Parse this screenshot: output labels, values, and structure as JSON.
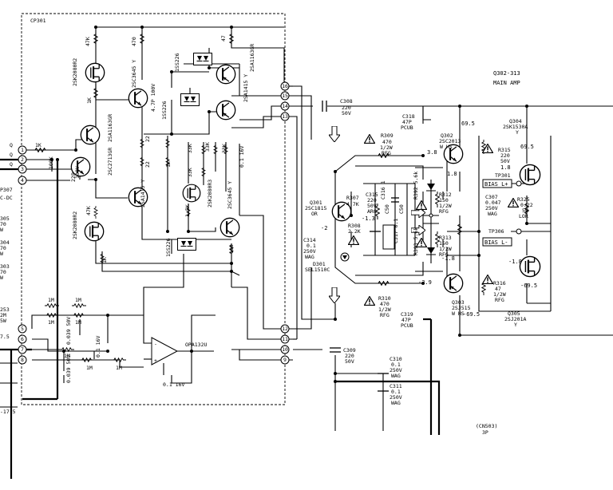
{
  "module": {
    "id": "CP301"
  },
  "section": {
    "ref": "Q302-313",
    "name": "MAIN AMP"
  },
  "connector": {
    "ref": "(CN503)",
    "pins": "3P"
  },
  "opamp": {
    "ref": "OPA132U",
    "decoupling": "0.1 16V"
  },
  "pins_left": [
    "1",
    "2",
    "3",
    "4",
    "5",
    "6",
    "7",
    "8"
  ],
  "pins_right": [
    "16",
    "15",
    "14",
    "13",
    "12",
    "11",
    "10",
    "9"
  ],
  "left_partial": [
    "Q",
    "Q",
    "Q",
    "P307",
    "C-DC",
    "305",
    "70",
    "W",
    "304",
    "70",
    "W",
    "303",
    "70",
    "W",
    "253",
    "2M",
    "5W",
    "7.5",
    "-17.5"
  ],
  "rails": {
    "pos": "69.5",
    "neg": "-69.5",
    "v38": "3.8",
    "v18": "1.8",
    "v18n": "-1.8",
    "v39n": "-3.9",
    "v13n": "-1.3",
    "v2n": "-2"
  },
  "labels_vertical": [
    "47K",
    "2SK2080R2",
    "1K",
    "470",
    "2SC3645 Y",
    "4.7P 100V",
    "1SS226",
    "1SS226",
    "47",
    "2SA1415 Y",
    "2SA1163GR",
    "2SA1163GR",
    "2SC2713GR",
    "22P",
    "100V",
    "100K",
    "22",
    "22",
    "1K",
    "33K",
    "33K",
    "33K",
    "0.1 16V",
    "33K",
    "1.5K",
    "2SK2080R3",
    "2SC3645 Y",
    "100",
    "2SA1415 Y",
    "47K",
    "2SK2080R2",
    "1K",
    "1SS226",
    "C316 1",
    "C317 0.1",
    "R392 5.6k",
    "R393 5.6k",
    "C50",
    "C50",
    "0.039 50V",
    "0.039 50V",
    "0.1 16V"
  ],
  "labels": {
    "r1k": "1K",
    "c308": {
      "ref": "C308",
      "v1": "220",
      "v2": "50V"
    },
    "c318": {
      "ref": "C318",
      "v1": "47P",
      "v2": "PCUB"
    },
    "r309": {
      "ref": "R309",
      "v1": "470",
      "v2": "1/2W",
      "v3": "RFG"
    },
    "q302": {
      "ref": "Q302",
      "v1": "2SC2013",
      "v2": "W HS"
    },
    "q304": {
      "ref": "Q304",
      "v1": "2SK1530A",
      "v2": "Y"
    },
    "r315": {
      "ref": "R315",
      "v1": "220",
      "v2": "50V"
    },
    "tp301": "TP301",
    "bias_lp": "BIAS L+",
    "c307": {
      "ref": "C307",
      "v1": "0.047",
      "v2": "250V",
      "v3": "WAG"
    },
    "r325": {
      "ref": "R325",
      "v1": "0.22",
      "v2": "5W",
      "v3": "LOR"
    },
    "r312": {
      "ref": "R312",
      "v1": "150",
      "v2": "1/2W",
      "v3": "RFG"
    },
    "r313": {
      "ref": "R313",
      "v1": "150",
      "v2": "1/2W",
      "v3": "RFG"
    },
    "tp306": "TP306",
    "bias_lm": "BIAS L-",
    "r316": {
      "ref": "R316",
      "v1": "47",
      "v2": "1/2W",
      "v3": "RFG"
    },
    "q301": {
      "ref": "Q301",
      "v1": "2SC1815",
      "v2": "OR"
    },
    "r307": {
      "ref": "R307",
      "v1": "4.7K"
    },
    "c315": {
      "ref": "C315",
      "v1": "220",
      "v2": "50V",
      "v3": "ARG"
    },
    "r308": {
      "ref": "R308",
      "v1": "2.2K"
    },
    "c314": {
      "ref": "C314",
      "v1": "0.1",
      "v2": "250V",
      "v3": "WAG"
    },
    "rv301": {
      "ref": "RV301 2.2K"
    },
    "bias_l": "BIAS L",
    "d301": {
      "ref": "D301",
      "v1": "SEL1510C"
    },
    "q303": {
      "ref": "Q303",
      "v1": "2SJ515",
      "v2": "W HS"
    },
    "r310": {
      "ref": "R310",
      "v1": "470",
      "v2": "1/2W",
      "v3": "RFG"
    },
    "c319": {
      "ref": "C319",
      "v1": "47P",
      "v2": "PCUB"
    },
    "q305": {
      "ref": "Q305",
      "v1": "2SJ201A",
      "v2": "Y"
    },
    "c309": {
      "ref": "C309",
      "v1": "220",
      "v2": "50V"
    },
    "c310": {
      "ref": "C310",
      "v1": "0.1",
      "v2": "250V",
      "v3": "WAG"
    },
    "c311": {
      "ref": "C311",
      "v1": "0.1",
      "v2": "250V",
      "v3": "WAG"
    },
    "r1m": "1M"
  }
}
